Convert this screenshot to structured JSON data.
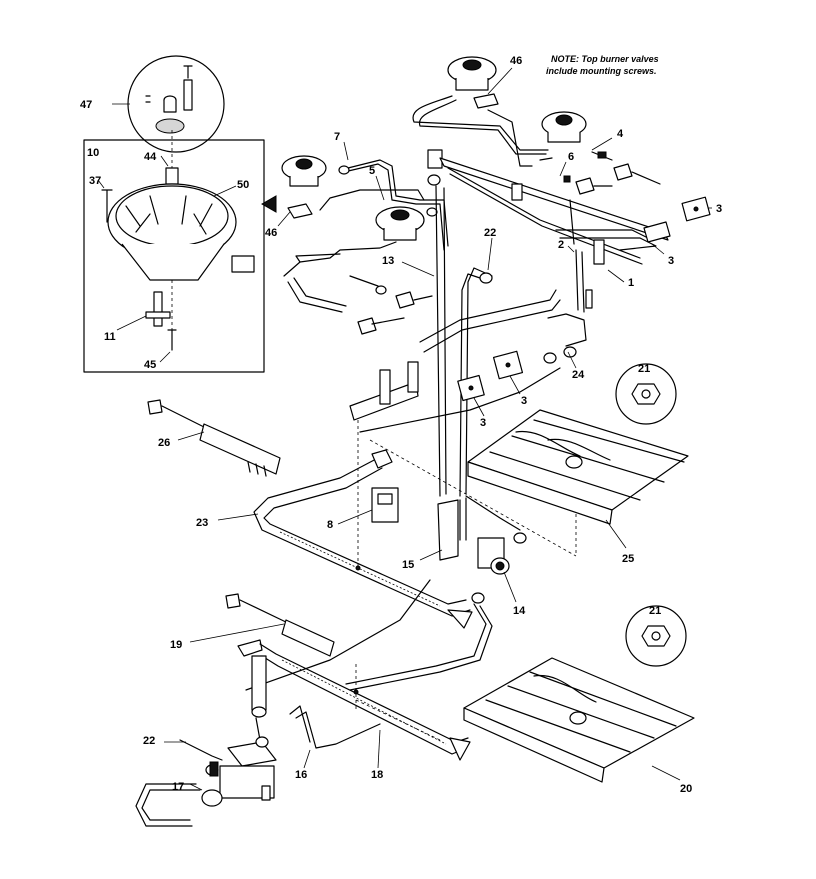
{
  "note": {
    "line1": "NOTE: Top burner valves",
    "line2": "include mounting screws."
  },
  "callouts": [
    {
      "id": "47",
      "label": "47"
    },
    {
      "id": "10",
      "label": "10"
    },
    {
      "id": "44",
      "label": "44"
    },
    {
      "id": "37",
      "label": "37"
    },
    {
      "id": "50",
      "label": "50"
    },
    {
      "id": "11",
      "label": "11"
    },
    {
      "id": "45",
      "label": "45"
    },
    {
      "id": "7",
      "label": "7"
    },
    {
      "id": "5",
      "label": "5"
    },
    {
      "id": "46a",
      "label": "46"
    },
    {
      "id": "46b",
      "label": "46"
    },
    {
      "id": "4",
      "label": "4"
    },
    {
      "id": "6",
      "label": "6"
    },
    {
      "id": "3a",
      "label": "3"
    },
    {
      "id": "3b",
      "label": "3"
    },
    {
      "id": "3c",
      "label": "3"
    },
    {
      "id": "3d",
      "label": "3"
    },
    {
      "id": "2",
      "label": "2"
    },
    {
      "id": "1",
      "label": "1"
    },
    {
      "id": "13",
      "label": "13"
    },
    {
      "id": "22a",
      "label": "22"
    },
    {
      "id": "24",
      "label": "24"
    },
    {
      "id": "21a",
      "label": "21"
    },
    {
      "id": "21b",
      "label": "21"
    },
    {
      "id": "26",
      "label": "26"
    },
    {
      "id": "23",
      "label": "23"
    },
    {
      "id": "8",
      "label": "8"
    },
    {
      "id": "15",
      "label": "15"
    },
    {
      "id": "14",
      "label": "14"
    },
    {
      "id": "25",
      "label": "25"
    },
    {
      "id": "19",
      "label": "19"
    },
    {
      "id": "22b",
      "label": "22"
    },
    {
      "id": "17",
      "label": "17"
    },
    {
      "id": "16",
      "label": "16"
    },
    {
      "id": "18",
      "label": "18"
    },
    {
      "id": "20",
      "label": "20"
    }
  ]
}
